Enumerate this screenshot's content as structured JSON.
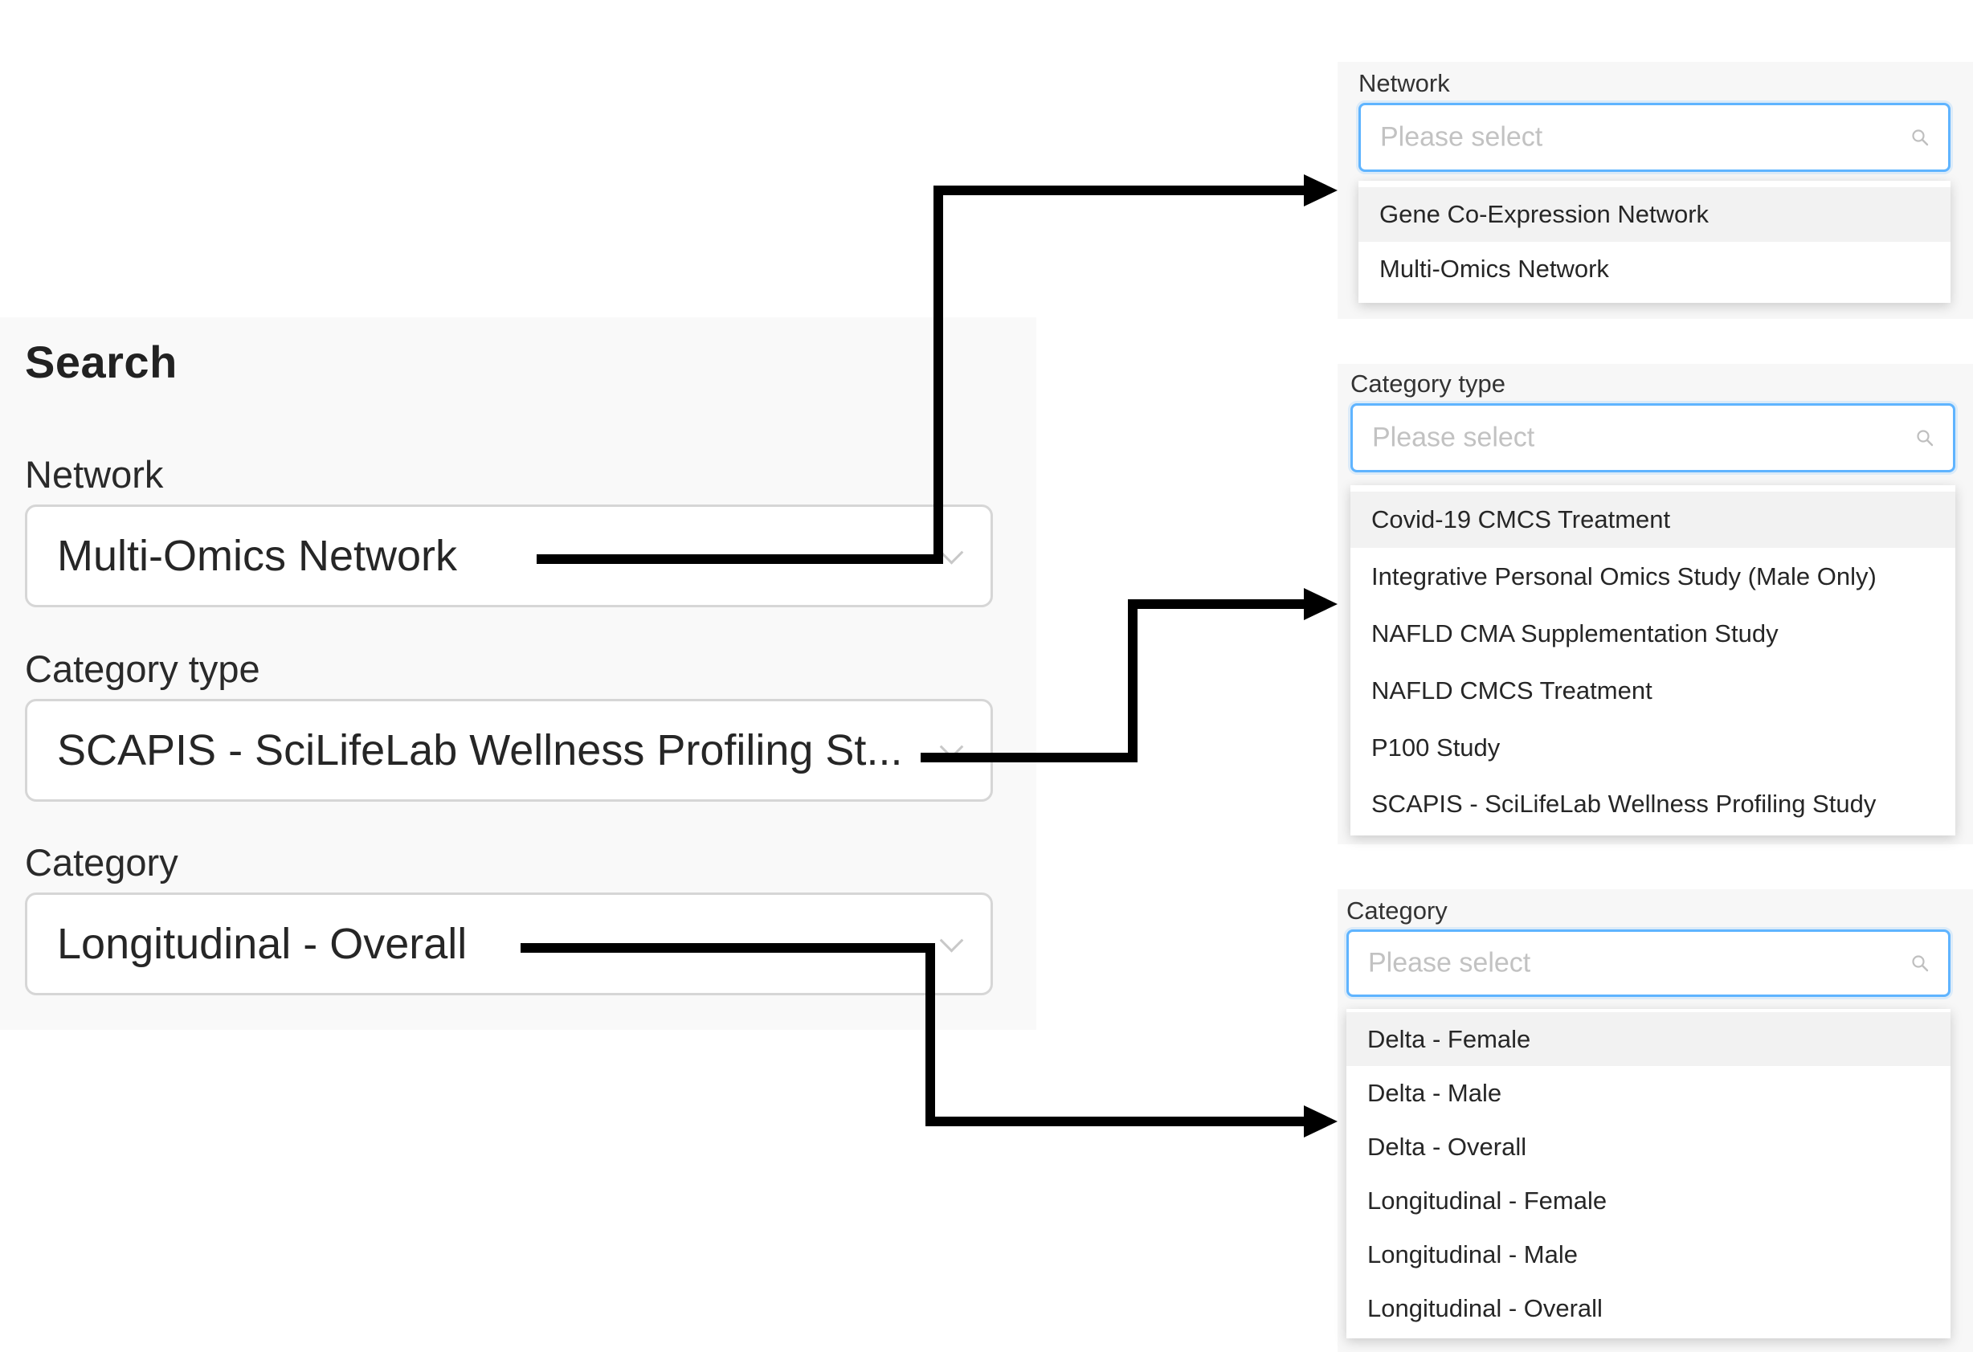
{
  "search_panel": {
    "title": "Search",
    "network": {
      "label": "Network",
      "value": "Multi-Omics Network"
    },
    "category_type": {
      "label": "Category type",
      "value": "SCAPIS - SciLifeLab Wellness Profiling St..."
    },
    "category": {
      "label": "Category",
      "value": "Longitudinal - Overall"
    }
  },
  "network_dropdown": {
    "label": "Network",
    "placeholder": "Please select",
    "options": [
      "Gene Co-Expression Network",
      "Multi-Omics Network"
    ]
  },
  "category_type_dropdown": {
    "label": "Category type",
    "placeholder": "Please select",
    "options": [
      "Covid-19 CMCS Treatment",
      "Integrative Personal Omics Study (Male Only)",
      "NAFLD CMA Supplementation Study",
      "NAFLD CMCS Treatment",
      "P100 Study",
      "SCAPIS - SciLifeLab Wellness Profiling Study"
    ]
  },
  "category_dropdown": {
    "label": "Category",
    "placeholder": "Please select",
    "options": [
      "Delta - Female",
      "Delta - Male",
      "Delta - Overall",
      "Longitudinal - Female",
      "Longitudinal - Male",
      "Longitudinal - Overall"
    ]
  },
  "icons": {
    "select_arrow": "chevron-down-icon",
    "dropdown_search": "search-icon",
    "connector": "arrow-right-icon"
  },
  "colors": {
    "focus_border": "#5fb4ff",
    "placeholder": "#c2c2c2",
    "panel_background": "#f9f9f9",
    "active_option": "#f2f2f2",
    "arrow": "#000000"
  }
}
